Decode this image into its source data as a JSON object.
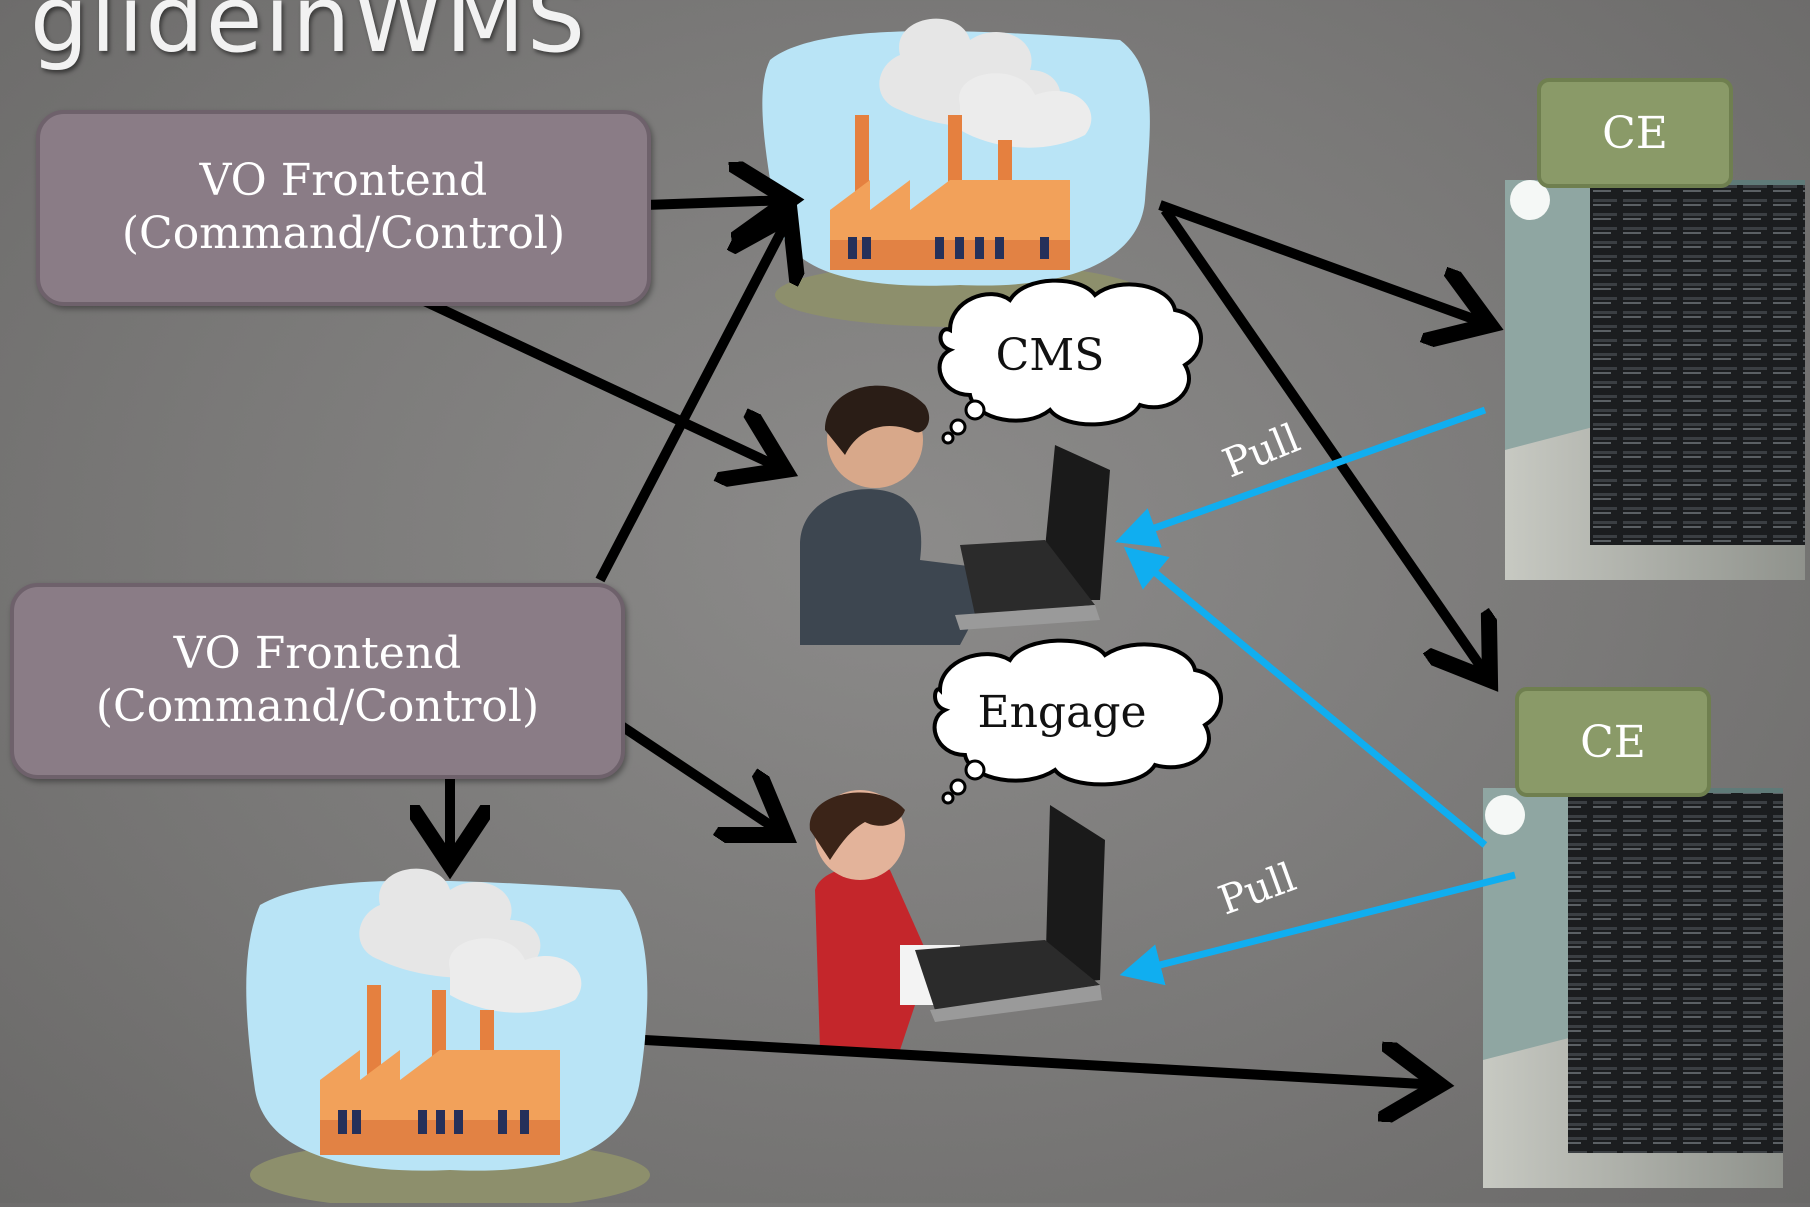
{
  "title": "glideinWMS",
  "frontends": [
    {
      "line1": "VO Frontend",
      "line2": "(Command/Control)"
    },
    {
      "line1": "VO Frontend",
      "line2": "(Command/Control)"
    }
  ],
  "ce_labels": [
    "CE",
    "CE"
  ],
  "thoughts": [
    "CMS",
    "Engage"
  ],
  "pull_labels": [
    "Pull",
    "Pull"
  ],
  "colors": {
    "arrow": "#000000",
    "pull_arrow": "#10aef0",
    "frontend_box": "#8a7c86",
    "ce_box": "#8a9a68"
  }
}
